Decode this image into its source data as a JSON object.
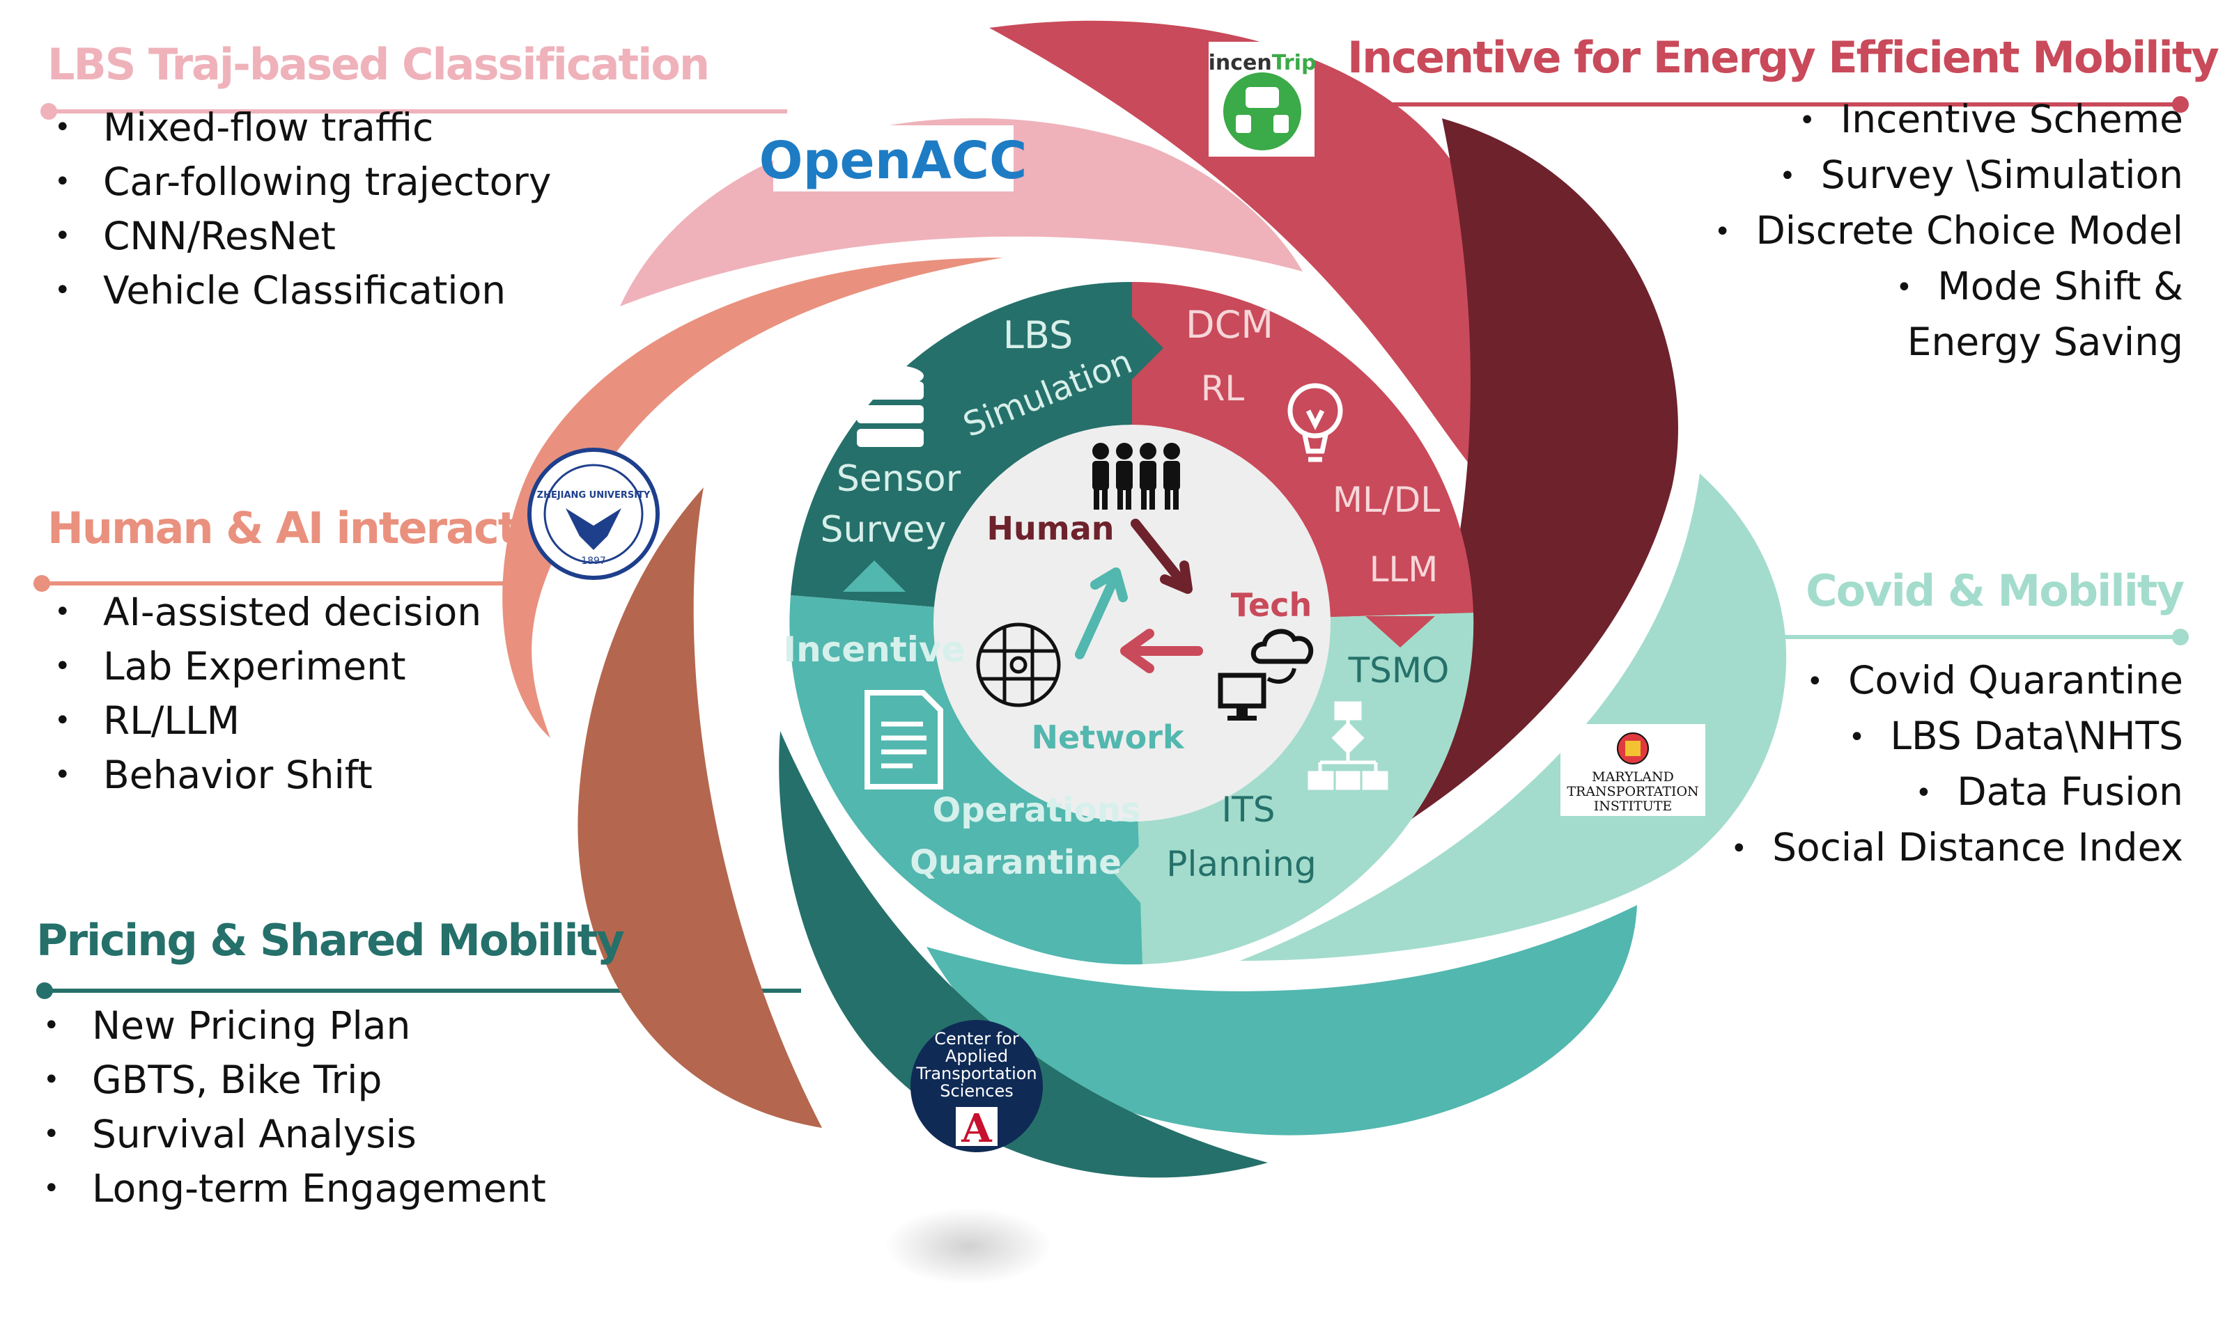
{
  "panels": {
    "lbs": {
      "title": "LBS Traj-based Classification",
      "color": "#EFB2BA",
      "items": [
        "Mixed-flow traffic",
        "Car-following trajectory",
        "CNN/ResNet",
        "Vehicle Classification"
      ]
    },
    "incentive": {
      "title": "Incentive for Energy Efficient Mobility",
      "color": "#C94A5A",
      "items": [
        "Incentive Scheme",
        "Survey \\Simulation",
        "Discrete Choice Model",
        "Mode Shift & Energy Saving"
      ]
    },
    "human_ai": {
      "title": "Human & AI interact",
      "color": "#E9917E",
      "items": [
        "AI-assisted decision",
        "Lab Experiment",
        "RL/LLM",
        "Behavior Shift"
      ]
    },
    "covid": {
      "title": "Covid & Mobility",
      "color": "#A3DCCC",
      "items": [
        "Covid Quarantine",
        "LBS Data\\NHTS",
        "Data Fusion",
        "Social Distance Index"
      ]
    },
    "pricing": {
      "title": "Pricing & Shared Mobility",
      "color": "#25706A",
      "items": [
        "New Pricing Plan",
        "GBTS, Bike Trip",
        "Survival Analysis",
        "Long-term Engagement"
      ]
    }
  },
  "inner_ring": {
    "lbs": "LBS",
    "simulation": "Simulation",
    "sensor": "Sensor",
    "survey": "Survey",
    "dcm": "DCM",
    "rl": "RL",
    "mldl": "ML/DL",
    "llm": "LLM",
    "incentive": "Incentive",
    "tsmo": "TSMO",
    "operations": "Operations",
    "quarantine": "Quarantine",
    "its": "ITS",
    "planning": "Planning"
  },
  "core": {
    "human": "Human",
    "tech": "Tech",
    "network": "Network"
  },
  "logos": {
    "openacc": "OpenACC",
    "incentrip_a": "incen",
    "incentrip_b": "Trip",
    "zju_year": "1897",
    "zju_name": "ZHEJIANG UNIVERSITY",
    "mti_1": "MARYLAND",
    "mti_2": "TRANSPORTATION",
    "mti_3": "INSTITUTE",
    "cats_1": "Center for",
    "cats_2": "Applied",
    "cats_3": "Transportation",
    "cats_4": "Sciences",
    "cats_a": "A"
  }
}
